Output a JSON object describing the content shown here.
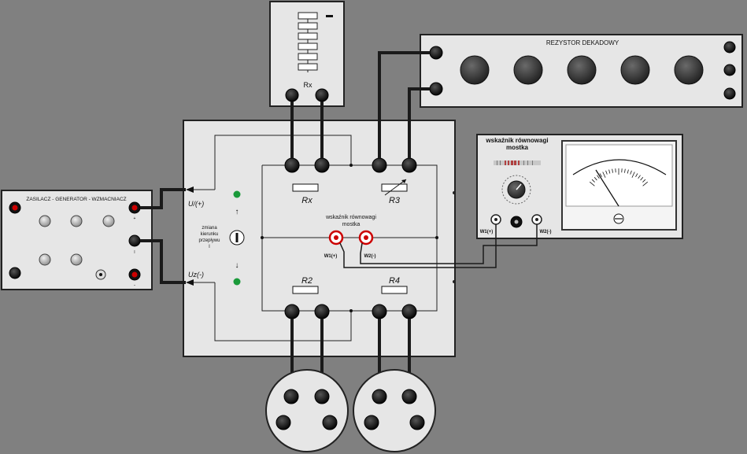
{
  "rx_box": {
    "label": "Rx",
    "minus_mark": "-"
  },
  "decade_resistor": {
    "title": "REZYSTOR DEKADOWY"
  },
  "power_supply": {
    "title": "ZASILACZ - GENERATOR - WZMACNIACZ",
    "mark_top": "+",
    "mark_mid": "I",
    "mark_bottom": "-"
  },
  "bridge": {
    "u_plus": "U/(+)",
    "u_minus": "Uz(-)",
    "direction_label": [
      "zmiana",
      "kierunku",
      "przepływu",
      "I"
    ],
    "rx_label": "Rx",
    "r2_label": "R2",
    "r3_label": "R3",
    "r4_label": "R4",
    "indicator_title": [
      "wskaźnik równowagi",
      "mostka"
    ],
    "w1_label": "W1(+)",
    "w2_label": "W2(-)"
  },
  "indicator_device": {
    "title": [
      "wskaźnik równowagi",
      "mostka"
    ],
    "w1_label": "W1(+)",
    "w2_label": "W2(-)"
  },
  "colors": {
    "background": "#808080",
    "panel": "#e6e6e6",
    "terminal_red": "#cc0000",
    "led_green": "#1a9a3a",
    "wire": "#1a1a1a"
  }
}
